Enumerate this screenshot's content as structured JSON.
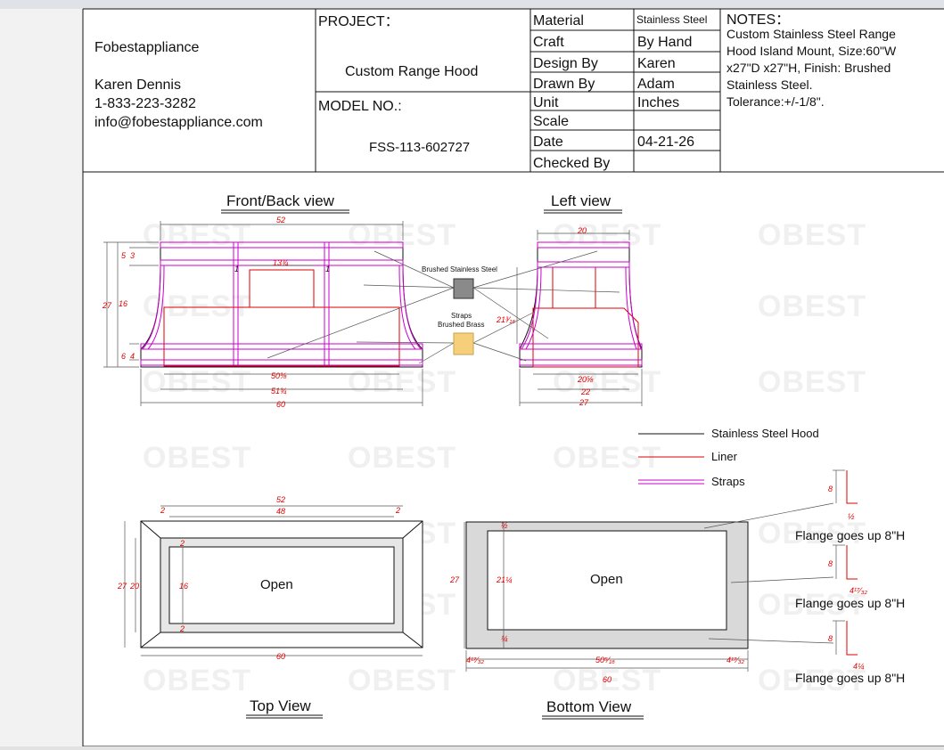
{
  "company": {
    "name": "Fobestappliance",
    "contact": "Karen Dennis",
    "phone": "1-833-223-3282",
    "email": "info@fobestappliance.com"
  },
  "project": {
    "label": "PROJECT：",
    "name": "Custom Range Hood",
    "model_label": "MODEL NO.:",
    "model_no": "FSS-113-602727"
  },
  "spec_table": [
    {
      "label": "Material",
      "value": "Stainless Steel"
    },
    {
      "label": "Craft",
      "value": "By Hand"
    },
    {
      "label": "Design By",
      "value": "Karen"
    },
    {
      "label": "Drawn By",
      "value": "Adam"
    },
    {
      "label": "Unit",
      "value": "Inches"
    },
    {
      "label": "Scale",
      "value": ""
    },
    {
      "label": "Date",
      "value": "04-21-26"
    },
    {
      "label": "Checked By",
      "value": ""
    }
  ],
  "notes": {
    "title": "NOTES：",
    "lines": [
      "Custom Stainless Steel Range",
      "Hood Island Mount, Size:60\"W",
      "x27\"D x27\"H, Finish: Brushed",
      "Stainless Steel.",
      "Tolerance:+/-1/8\"."
    ]
  },
  "views": {
    "front": "Front/Back view",
    "left": "Left view",
    "top": "Top View",
    "bottom": "Bottom View"
  },
  "materials": {
    "steel": "Brushed Stainless Steel",
    "straps_1": "Straps",
    "straps_2": "Brushed Brass"
  },
  "legend": [
    {
      "label": "Stainless Steel Hood",
      "color": "#111111"
    },
    {
      "label": "Liner",
      "color": "#e00000"
    },
    {
      "label": "Straps",
      "color": "#cc00cc"
    }
  ],
  "open_label": "Open",
  "flange_label": "Flange goes up 8\"H",
  "watermark": "OBEST",
  "dims": {
    "front_52": "52",
    "front_13": "13¾",
    "front_1": "1",
    "front_5": "5",
    "front_3": "3",
    "front_27": "27",
    "front_16": "16",
    "front_6": "6",
    "front_4": "4",
    "front_50": "50⅜",
    "front_51": "51¾",
    "front_60": "60",
    "left_20": "20",
    "left_21": "21³⁄₁₆",
    "left_20b": "20⅝",
    "left_22": "22",
    "left_27": "27",
    "top_52": "52",
    "top_48": "48",
    "top_2": "2",
    "top_27": "27",
    "top_20": "20",
    "top_16": "16",
    "top_60": "60",
    "bot_half": "½",
    "bot_27": "27",
    "bot_21": "21¼",
    "bot_quarter": "¼",
    "bot_1732": "4¹⁷⁄₃₂",
    "bot_50": "50⁵⁄₁₆",
    "bot_60": "60",
    "fl_8": "8",
    "fl_half": "½",
    "fl_1732": "4¹⁷⁄₃₂",
    "fl_quarter": "4¼"
  }
}
